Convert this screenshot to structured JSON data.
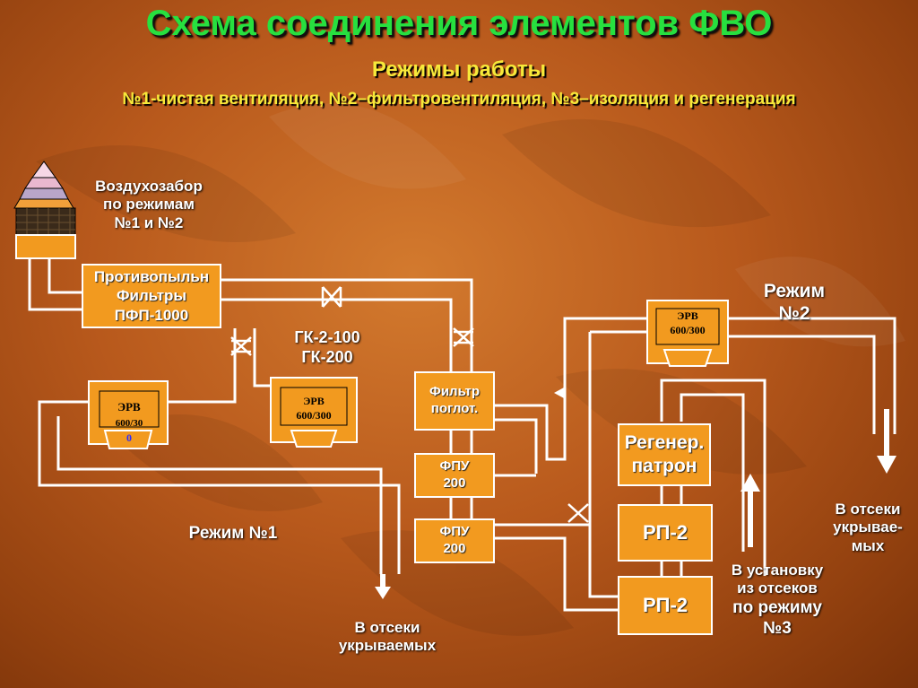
{
  "header": {
    "title": "Схема соединения элементов ФВО",
    "subtitle": "Режимы работы",
    "modes": "№1-чистая вентиляция, №2–фильтровентиляция, №3–изоляция и регенерация"
  },
  "nodes": {
    "air_intake": [
      "Воздухозабор",
      "по режимам",
      "№1 и №2"
    ],
    "dust_filter": [
      "Противопыльн",
      "Фильтры",
      "ПФП-1000"
    ],
    "erv_left": [
      "ЭРВ",
      "600/30",
      "0"
    ],
    "erv_mid": [
      "ЭРВ",
      "600/300"
    ],
    "erv_right": [
      "ЭРВ",
      "600/300"
    ],
    "valves_label": [
      "ГК-2-100",
      "ГК-200"
    ],
    "absorber_filter": [
      "Фильтр",
      "поглот."
    ],
    "fpu_1": [
      "ФПУ",
      "200"
    ],
    "fpu_2": [
      "ФПУ",
      "200"
    ],
    "regen_cartridge": [
      "Регенер.",
      "патрон"
    ],
    "rp2_top": "РП-2",
    "rp2_bottom": "РП-2"
  },
  "labels": {
    "mode1": "Режим №1",
    "mode2": [
      "Режим",
      "№2"
    ],
    "to_shelters_bottom": [
      "В отсеки",
      "укрываемых"
    ],
    "to_shelters_right": [
      "В отсеки",
      "укрывае-",
      "мых"
    ],
    "to_install": [
      "В установку",
      "из отсеков",
      "по режиму",
      "№3"
    ]
  },
  "colors": {
    "title": "#27e03f",
    "subtitle": "#f7e93a",
    "box_fill": "#f29a1f",
    "line": "#ffffff",
    "erv_left_accent": "#2a2aff"
  }
}
